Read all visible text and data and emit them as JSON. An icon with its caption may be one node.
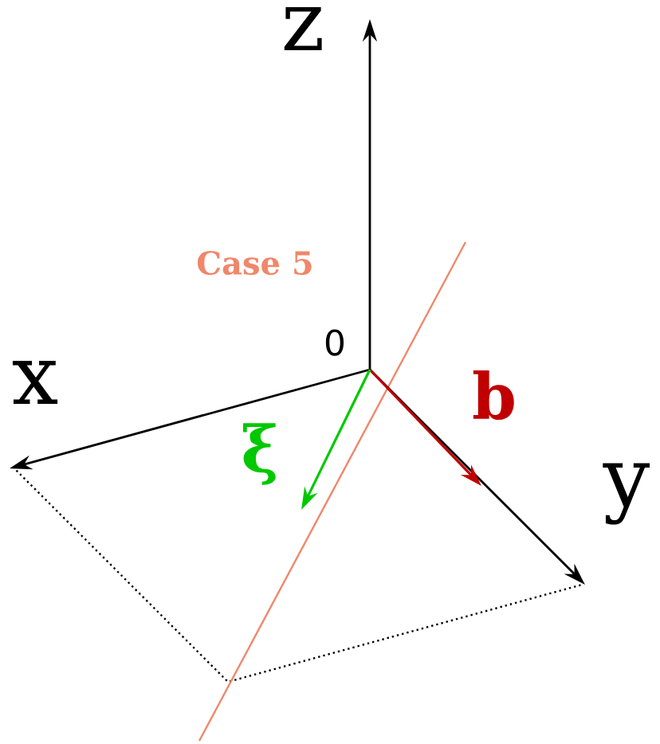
{
  "diagram": {
    "labels": [
      "z",
      "Case 5",
      "0",
      "x",
      "b",
      "ξ",
      "y"
    ]
  }
}
